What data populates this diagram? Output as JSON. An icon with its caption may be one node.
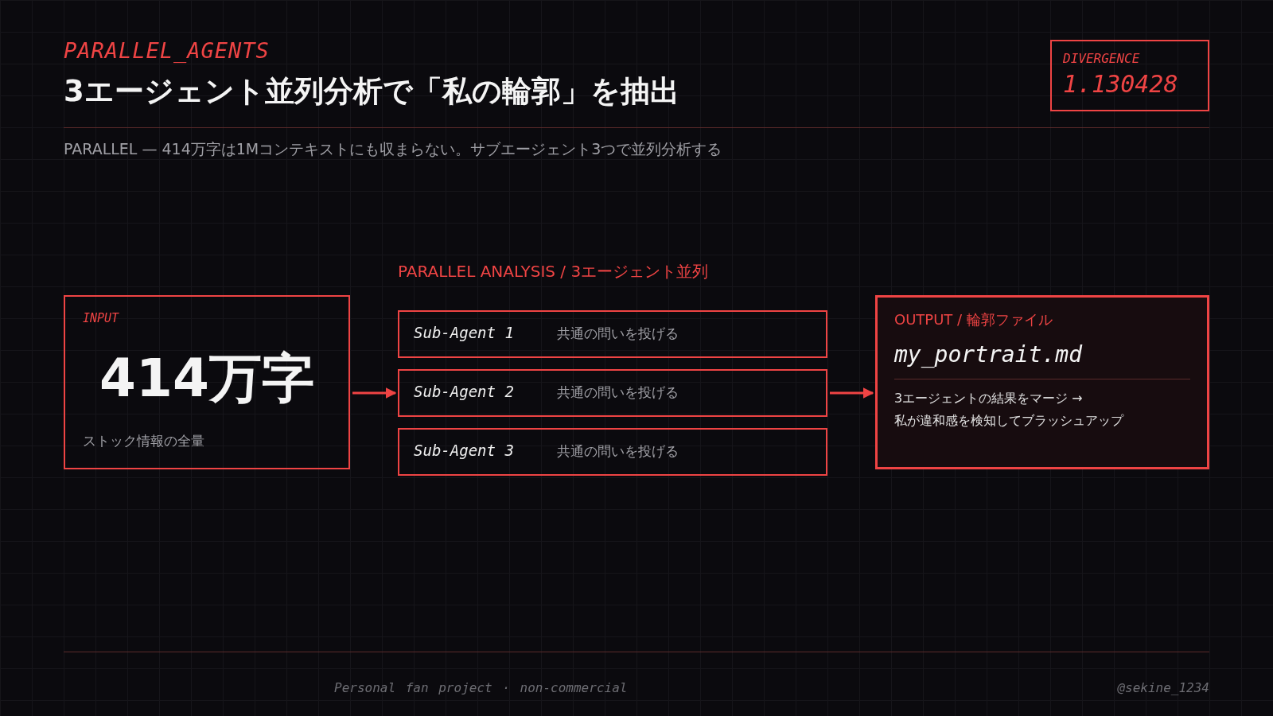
{
  "diagram": {
    "title": "3エージェント並列分析で「私の輪郭」を抽出",
    "nodes": [
      {
        "text": [
          "INPUT",
          "414万字",
          "ストック情報の全量"
        ]
      },
      {
        "text": [
          "Sub-Agent 1",
          "共通の問いを投げる"
        ]
      },
      {
        "text": [
          "Sub-Agent 2",
          "共通の問いを投げる"
        ]
      },
      {
        "text": [
          "Sub-Agent 3",
          "共通の問いを投げる"
        ]
      },
      {
        "text": [
          "OUTPUT / 輪郭ファイル",
          "my_portrait.md",
          "3エージェントの結果をマージ → 私が違和感を検知してブラッシュアップ"
        ]
      },
      {
        "text": [
          "DIVERGENCE",
          "1.130428"
        ]
      }
    ],
    "edges": [
      {
        "from": 0,
        "to": 2,
        "arrow": "to"
      },
      {
        "from": 2,
        "to": 4,
        "arrow": "to"
      }
    ],
    "labels": [
      "PARALLEL_AGENTS",
      "PARALLEL — 414万字は1Mコンテキストにも収まらない。サブエージェント3つで並列分析する",
      "PARALLEL ANALYSIS / 3エージェント並列",
      "Personal fan project · non-commercial",
      "@sekine_1234"
    ]
  }
}
